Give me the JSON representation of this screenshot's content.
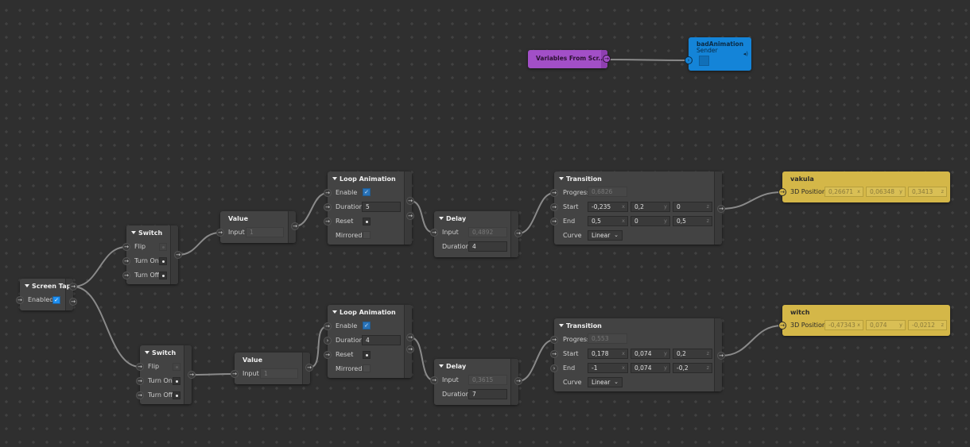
{
  "canvas": {
    "background": "#2f2f2f",
    "grid_mark": "+"
  },
  "colors": {
    "purple": "#a24fc7",
    "blue": "#1484d8",
    "yellow": "#d4b748",
    "node": "#434343",
    "checkbox_active": "#1e8ff0",
    "checkbox": "#2a73b8"
  },
  "variables_node": {
    "title": "Variables From Scr...",
    "output_icon": "arrow-right-icon"
  },
  "sender_node": {
    "title": "badAnimation",
    "subtitle": "Sender",
    "icon": "sound-wave-icon"
  },
  "screen_tap": {
    "title": "Screen Tap",
    "enabled_label": "Enabled",
    "enabled": true
  },
  "switch_top": {
    "title": "Switch",
    "rows": [
      "Flip",
      "Turn On",
      "Turn Off"
    ]
  },
  "switch_bottom": {
    "title": "Switch",
    "rows": [
      "Flip",
      "Turn On",
      "Turn Off"
    ]
  },
  "value_top": {
    "title": "Value",
    "input_label": "Input",
    "input_value": "1"
  },
  "value_bottom": {
    "title": "Value",
    "input_label": "Input",
    "input_value": "1"
  },
  "loop_top": {
    "title": "Loop Animation",
    "enable_label": "Enable",
    "enable": true,
    "duration_label": "Duration",
    "duration": "5",
    "reset_label": "Reset",
    "mirrored_label": "Mirrored",
    "mirrored": false
  },
  "loop_bottom": {
    "title": "Loop Animation",
    "enable_label": "Enable",
    "enable": true,
    "duration_label": "Duration",
    "duration": "4",
    "reset_label": "Reset",
    "mirrored_label": "Mirrored",
    "mirrored": false
  },
  "delay_top": {
    "title": "Delay",
    "input_label": "Input",
    "input_value": "0,4892",
    "duration_label": "Duration",
    "duration": "4"
  },
  "delay_bottom": {
    "title": "Delay",
    "input_label": "Input",
    "input_value": "0,3615",
    "duration_label": "Duration",
    "duration": "7"
  },
  "transition_top": {
    "title": "Transition",
    "progress_label": "Progress",
    "progress": "0,6826",
    "start_label": "Start",
    "start": [
      "-0,235",
      "0,2",
      "0"
    ],
    "end_label": "End",
    "end": [
      "0,5",
      "0",
      "0,5"
    ],
    "curve_label": "Curve",
    "curve": "Linear"
  },
  "transition_bottom": {
    "title": "Transition",
    "progress_label": "Progress",
    "progress": "0,553",
    "start_label": "Start",
    "start": [
      "0,178",
      "0,074",
      "0,2"
    ],
    "end_label": "End",
    "end": [
      "-1",
      "0,074",
      "-0,2"
    ],
    "curve_label": "Curve",
    "curve": "Linear"
  },
  "axes": [
    "x",
    "y",
    "z"
  ],
  "vakula": {
    "title": "vakula",
    "label": "3D Position",
    "values": [
      "0,26671",
      "0,06348",
      "0,3413"
    ]
  },
  "witch": {
    "title": "witch",
    "label": "3D Position",
    "values": [
      "-0,47343",
      "0,074",
      "-0,0212"
    ]
  }
}
